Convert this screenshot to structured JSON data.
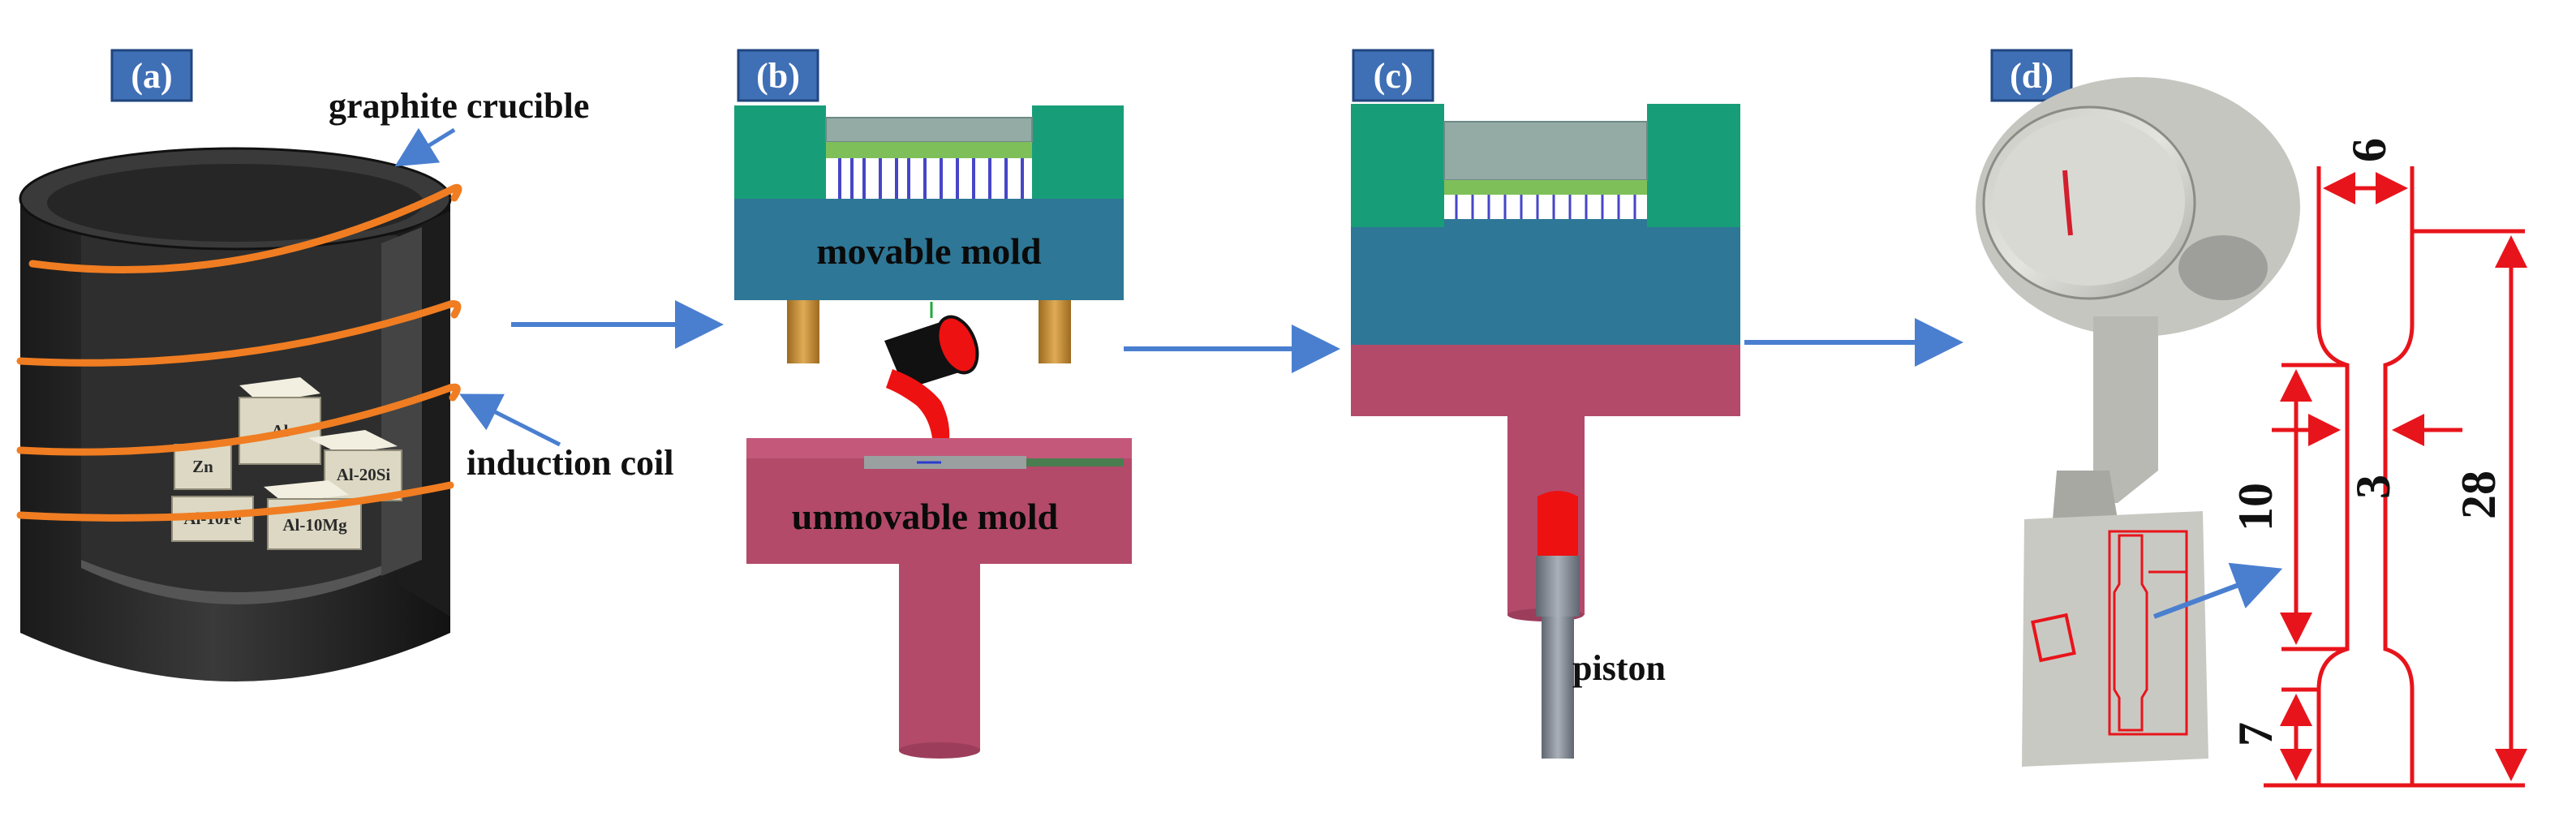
{
  "panels": [
    "(a)",
    "(b)",
    "(c)",
    "(d)"
  ],
  "panel_a": {
    "graphite_crucible": "graphite crucible",
    "induction_coil": "induction coil",
    "charges": [
      "Zn",
      "Al",
      "Al-20Si",
      "Al-10Fe",
      "Al-10Mg"
    ]
  },
  "panel_b": {
    "movable_mold": "movable mold",
    "unmovable_mold": "unmovable mold"
  },
  "panel_c": {
    "piston": "piston"
  },
  "panel_d": {
    "dims": [
      "6",
      "3",
      "10",
      "28",
      "7"
    ]
  },
  "colors": {
    "tag_fill": "#3f6fb5",
    "arrow": "#4a7fd0",
    "crucible": "#262626",
    "coil": "#f07d22",
    "mold_green": "#179e78",
    "mold_blue": "#2e7796",
    "mold_red": "#b34a6a",
    "melt": "#ee1111",
    "outline_red": "#e8141b"
  }
}
